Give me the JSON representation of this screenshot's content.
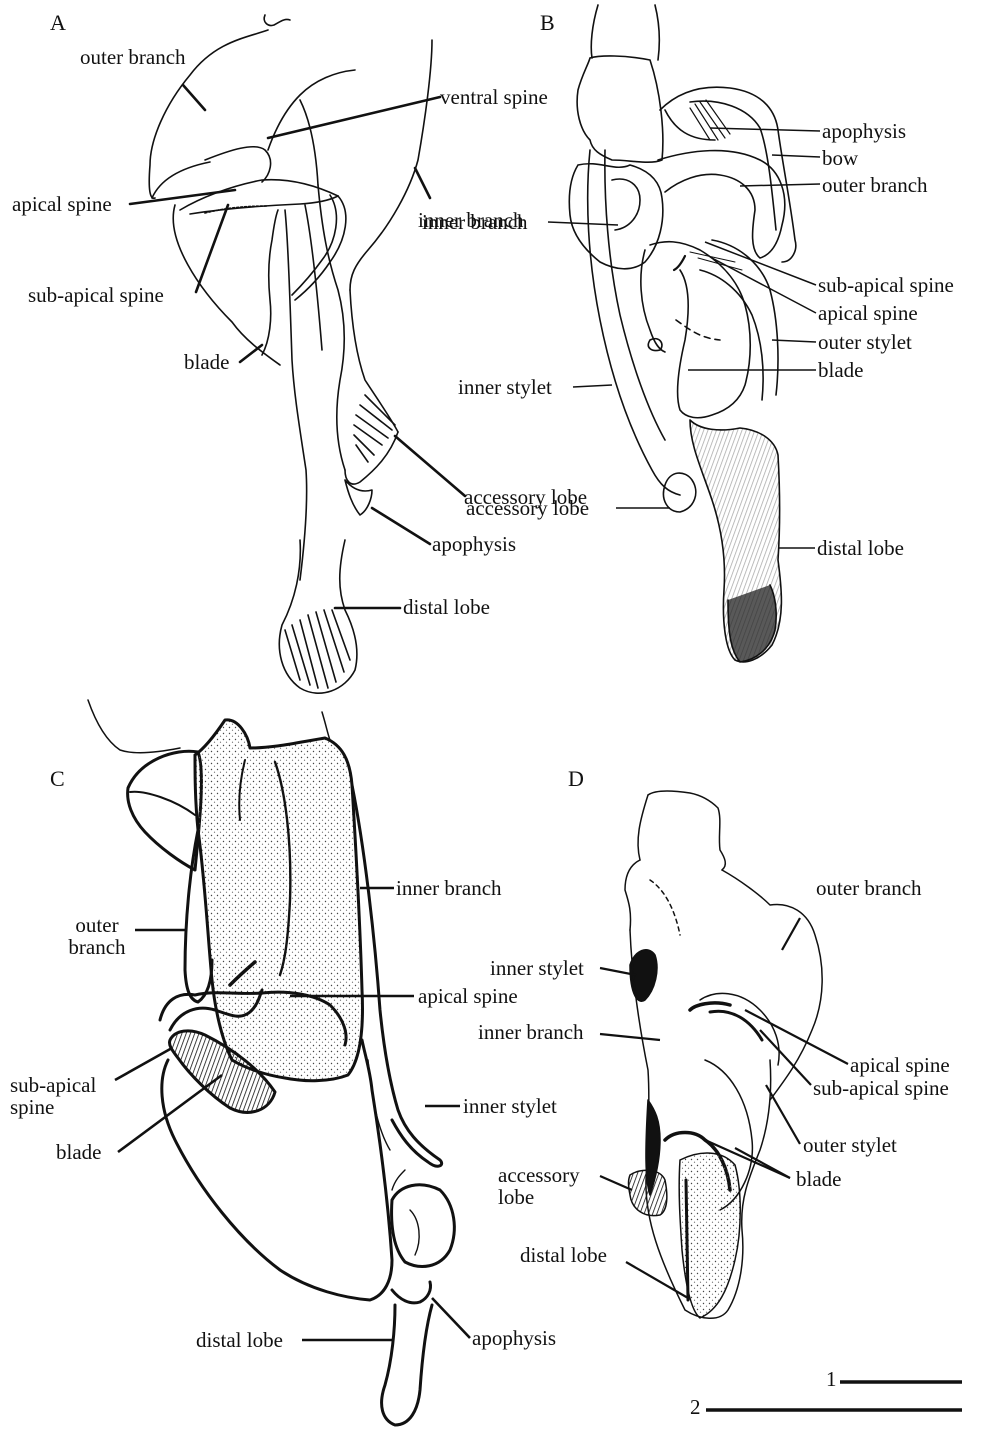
{
  "panels": [
    {
      "id": "A",
      "labels": {
        "outer_branch": "outer branch",
        "ventral_spine": "ventral spine",
        "apical_spine": "apical spine",
        "inner_branch": "inner branch",
        "sub_apical_spine": "sub-apical spine",
        "blade": "blade",
        "accessory_lobe": "accessory lobe",
        "apophysis": "apophysis",
        "distal_lobe": "distal lobe"
      }
    },
    {
      "id": "B",
      "labels": {
        "apophysis": "apophysis",
        "bow": "bow",
        "outer_branch": "outer branch",
        "inner_branch": "inner branch",
        "sub_apical_spine": "sub-apical spine",
        "apical_spine": "apical spine",
        "outer_stylet": "outer stylet",
        "blade": "blade",
        "inner_stylet": "inner stylet",
        "accessory_lobe": "accessory lobe",
        "distal_lobe": "distal lobe"
      }
    },
    {
      "id": "C",
      "labels": {
        "inner_branch": "inner branch",
        "outer_branch": "outer\nbranch",
        "apical_spine": "apical spine",
        "sub_apical_spine": "sub-apical\nspine",
        "inner_stylet": "inner stylet",
        "blade": "blade",
        "distal_lobe": "distal lobe",
        "apophysis": "apophysis"
      }
    },
    {
      "id": "D",
      "labels": {
        "outer_branch": "outer branch",
        "inner_stylet": "inner stylet",
        "inner_branch": "inner branch",
        "apical_spine": "apical spine",
        "sub_apical_spine": "sub-apical spine",
        "outer_stylet": "outer stylet",
        "accessory_lobe": "accessory\nlobe",
        "blade": "blade",
        "distal_lobe": "distal lobe"
      }
    }
  ],
  "scale_bars": [
    {
      "label": "1"
    },
    {
      "label": "2"
    }
  ]
}
